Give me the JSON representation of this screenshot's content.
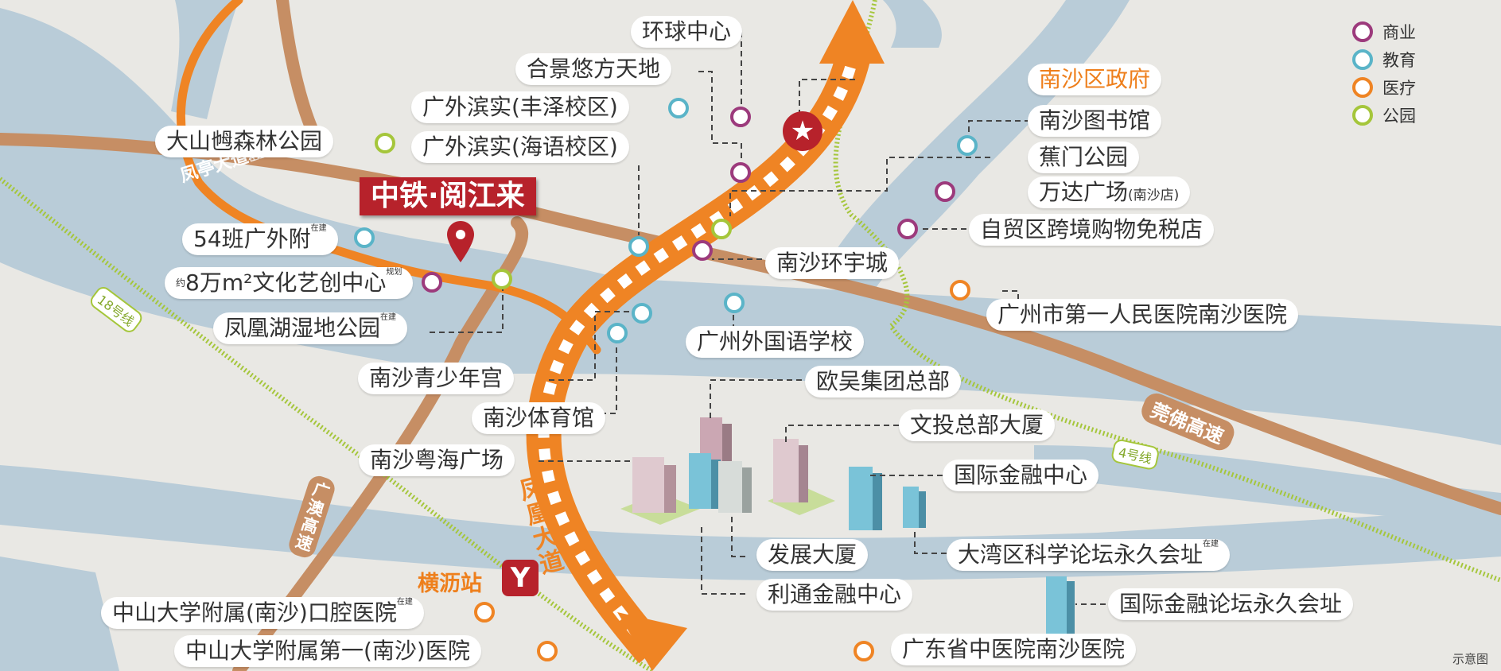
{
  "colors": {
    "commerce": "#9c3a7c",
    "education": "#5ab4c8",
    "medical": "#ef8424",
    "park": "#a5c63b",
    "project": "#b7222b",
    "main_road": "#ef8424",
    "highway": "#c68e64",
    "river": "#b9ccd8",
    "metro": "#a5c63b"
  },
  "legend": [
    {
      "label": "商业",
      "category": "commerce"
    },
    {
      "label": "教育",
      "category": "education"
    },
    {
      "label": "医疗",
      "category": "medical"
    },
    {
      "label": "公园",
      "category": "park"
    }
  ],
  "project": {
    "name": "中铁·阅江来",
    "icon": "location-pin-icon"
  },
  "roads": {
    "fengting": "凤亭大道",
    "fengting_tag": "在建",
    "fenghuang": "凤凰大道",
    "dongfo": "莞佛高速",
    "guangao": "广澳高速"
  },
  "metro": {
    "line18": "18号线",
    "line4": "4号线"
  },
  "station": {
    "name": "横沥站",
    "icon": "metro-logo-icon",
    "glyph": "Y"
  },
  "district_gov": {
    "label": "南沙区政府",
    "icon": "star-icon"
  },
  "places": [
    {
      "id": "huanqiu",
      "label": "环球中心",
      "category": "commerce"
    },
    {
      "id": "hejing",
      "label": "合景悠方天地",
      "category": "commerce"
    },
    {
      "id": "guangwai-fengze",
      "label": "广外滨实(丰泽校区)",
      "category": "education"
    },
    {
      "id": "guangwai-haiyu",
      "label": "广外滨实(海语校区)",
      "category": "education"
    },
    {
      "id": "dashan",
      "label": "大山乸森林公园",
      "category": "park"
    },
    {
      "id": "ban54",
      "label": "54班广外附",
      "tag": "在建",
      "category": "education"
    },
    {
      "id": "wenhua",
      "label_prefix": "约",
      "label": "8万m²文化艺创中心",
      "tag": "规划",
      "category": "commerce"
    },
    {
      "id": "fenghuanghu",
      "label": "凤凰湖湿地公园",
      "tag": "在建",
      "category": "park"
    },
    {
      "id": "qingshao",
      "label": "南沙青少年宫",
      "category": "education"
    },
    {
      "id": "tiyu",
      "label": "南沙体育馆",
      "category": "education"
    },
    {
      "id": "yuehai",
      "label": "南沙粤海广场",
      "category": "commerce"
    },
    {
      "id": "zhongda-kq",
      "label": "中山大学附属(南沙)口腔医院",
      "tag": "在建",
      "category": "medical"
    },
    {
      "id": "zhongda-1",
      "label": "中山大学附属第一(南沙)医院",
      "category": "medical"
    },
    {
      "id": "tushuguan",
      "label": "南沙图书馆",
      "category": "education"
    },
    {
      "id": "jiaomen",
      "label": "蕉门公园",
      "category": "park"
    },
    {
      "id": "wanda",
      "label": "万达广场",
      "sub": "(南沙店)",
      "category": "commerce"
    },
    {
      "id": "zimao",
      "label": "自贸区跨境购物免税店",
      "category": "commerce"
    },
    {
      "id": "huanyu",
      "label": "南沙环宇城",
      "category": "commerce"
    },
    {
      "id": "renmin",
      "label": "广州市第一人民医院南沙医院",
      "category": "medical"
    },
    {
      "id": "waiguoyu",
      "label": "广州外国语学校",
      "category": "education"
    },
    {
      "id": "ouwu",
      "label": "欧吴集团总部"
    },
    {
      "id": "wentou",
      "label": "文投总部大厦"
    },
    {
      "id": "guojijinrong",
      "label": "国际金融中心"
    },
    {
      "id": "fazhan",
      "label": "发展大厦"
    },
    {
      "id": "dawanqu",
      "label": "大湾区科学论坛永久会址",
      "tag": "在建"
    },
    {
      "id": "litong",
      "label": "利通金融中心"
    },
    {
      "id": "luntan",
      "label": "国际金融论坛永久会址"
    },
    {
      "id": "zhongyi",
      "label": "广东省中医院南沙医院",
      "category": "medical"
    }
  ],
  "note": "示意图"
}
